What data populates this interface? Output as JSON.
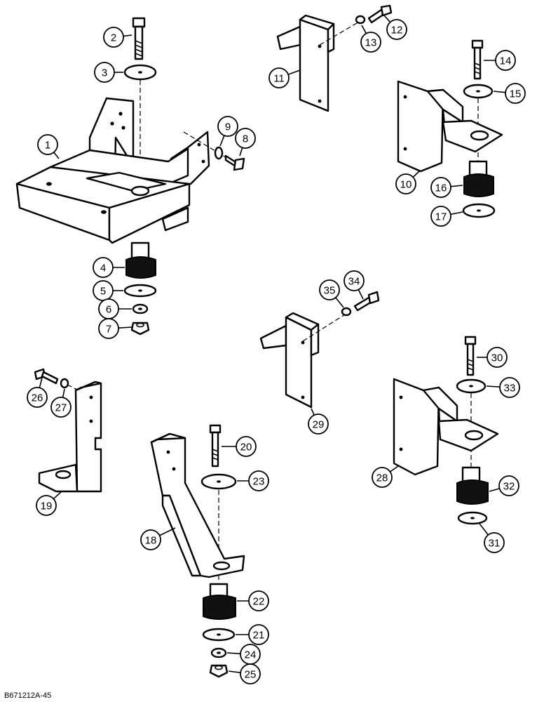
{
  "figure": {
    "reference_code": "B671212A-45"
  },
  "callouts": [
    {
      "id": "1",
      "label": "1"
    },
    {
      "id": "2",
      "label": "2"
    },
    {
      "id": "3",
      "label": "3"
    },
    {
      "id": "4",
      "label": "4"
    },
    {
      "id": "5",
      "label": "5"
    },
    {
      "id": "6",
      "label": "6"
    },
    {
      "id": "7",
      "label": "7"
    },
    {
      "id": "8",
      "label": "8"
    },
    {
      "id": "9",
      "label": "9"
    },
    {
      "id": "10",
      "label": "10"
    },
    {
      "id": "11",
      "label": "11"
    },
    {
      "id": "12",
      "label": "12"
    },
    {
      "id": "13",
      "label": "13"
    },
    {
      "id": "14",
      "label": "14"
    },
    {
      "id": "15",
      "label": "15"
    },
    {
      "id": "16",
      "label": "16"
    },
    {
      "id": "17",
      "label": "17"
    },
    {
      "id": "18",
      "label": "18"
    },
    {
      "id": "19",
      "label": "19"
    },
    {
      "id": "20",
      "label": "20"
    },
    {
      "id": "21",
      "label": "21"
    },
    {
      "id": "22",
      "label": "22"
    },
    {
      "id": "23",
      "label": "23"
    },
    {
      "id": "24",
      "label": "24"
    },
    {
      "id": "25",
      "label": "25"
    },
    {
      "id": "26",
      "label": "26"
    },
    {
      "id": "27",
      "label": "27"
    },
    {
      "id": "28",
      "label": "28"
    },
    {
      "id": "29",
      "label": "29"
    },
    {
      "id": "30",
      "label": "30"
    },
    {
      "id": "31",
      "label": "31"
    },
    {
      "id": "32",
      "label": "32"
    },
    {
      "id": "33",
      "label": "33"
    },
    {
      "id": "34",
      "label": "34"
    },
    {
      "id": "35",
      "label": "35"
    }
  ]
}
